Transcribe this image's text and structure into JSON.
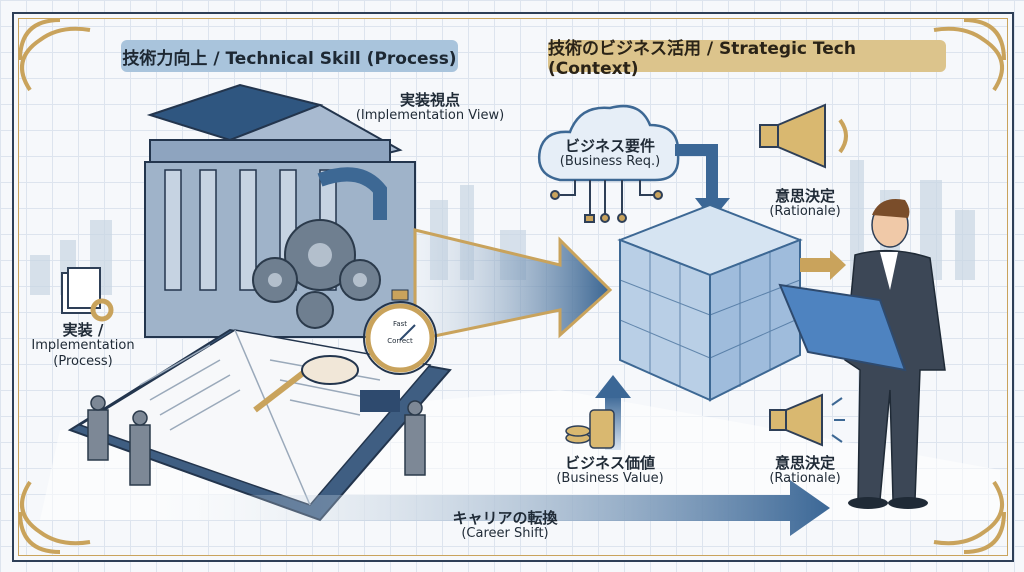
{
  "headers": {
    "left": "技術力向上 / Technical Skill (Process)",
    "right": "技術のビジネス活用 / Strategic Tech (Context)"
  },
  "labels": {
    "implementation_view_jp": "実装視点",
    "implementation_view_en": "(Implementation View)",
    "implementation_jp": "実装 /",
    "implementation_en": "Implementation",
    "implementation_sub": "(Process)",
    "stopwatch_top": "Fast",
    "stopwatch_bottom": "Correct",
    "business_req_jp": "ビジネス要件",
    "business_req_en": "(Business Req.)",
    "rationale_top_jp": "意思決定",
    "rationale_top_en": "(Rationale)",
    "business_value_jp": "ビジネス価値",
    "business_value_en": "(Business Value)",
    "rationale_bottom_jp": "意思決定",
    "rationale_bottom_en": "(Rationale)",
    "career_shift_jp": "キャリアの転換",
    "career_shift_en": "(Career Shift)"
  },
  "colors": {
    "navy": "#2e4a6e",
    "gold": "#c9a35c",
    "blue": "#4a78a8"
  }
}
